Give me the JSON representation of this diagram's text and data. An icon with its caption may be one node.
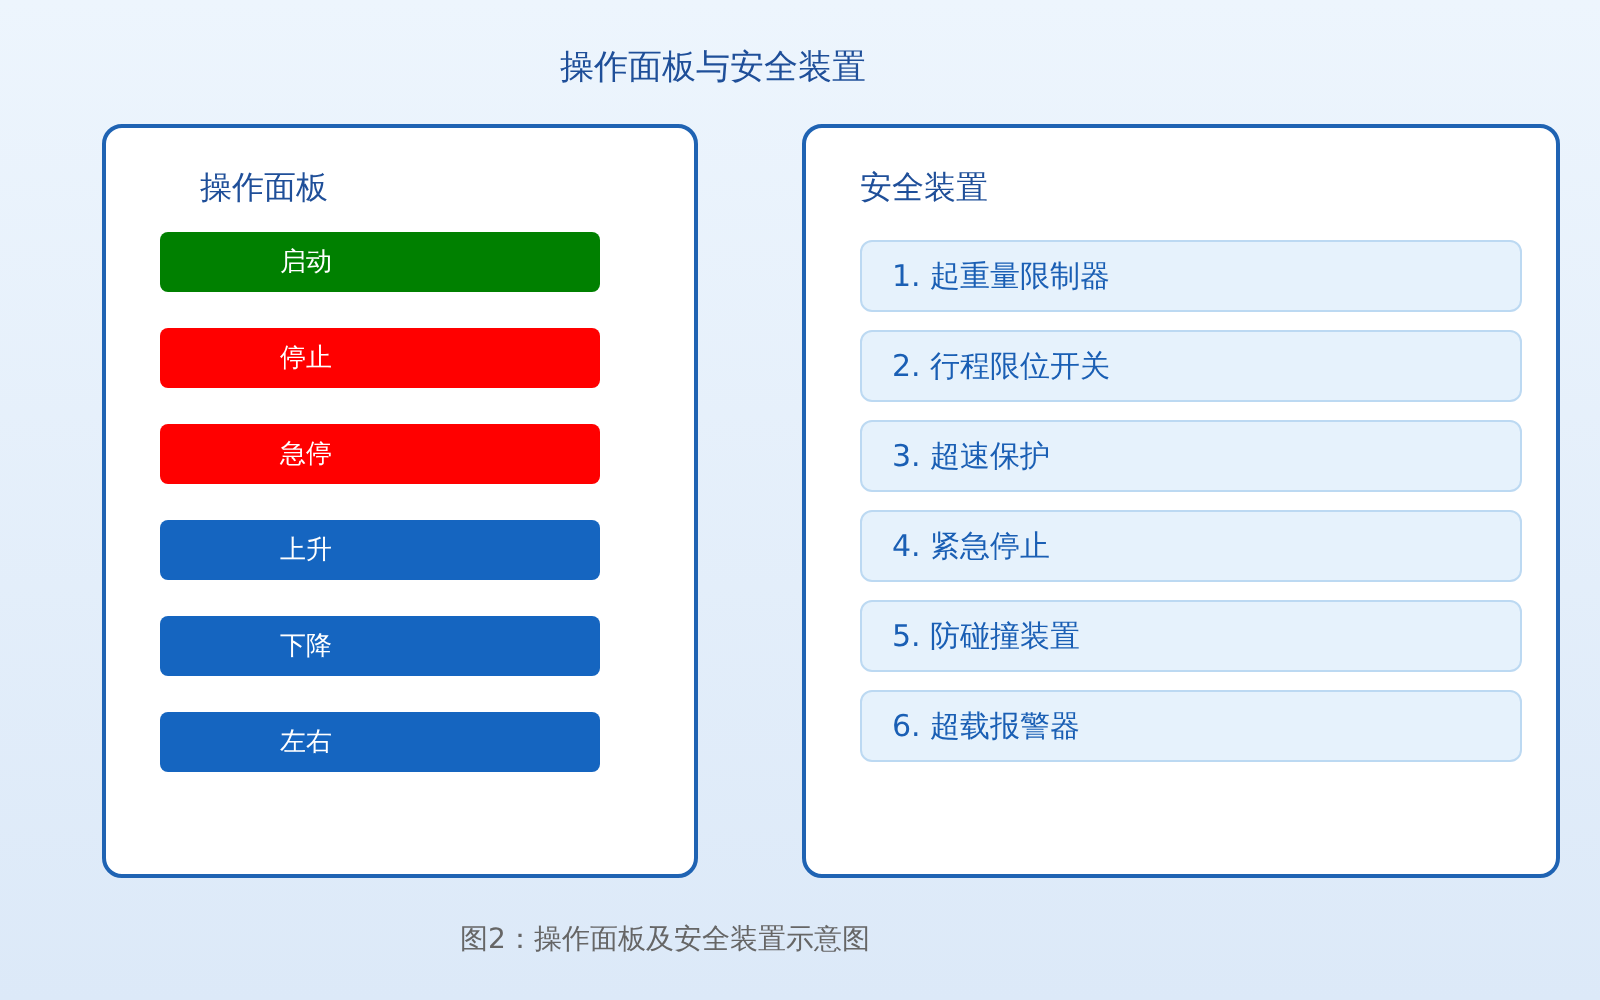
{
  "diagram": {
    "title": "操作面板与安全装置",
    "nodes": [
      {
        "text": [
          "操作面板"
        ]
      },
      {
        "text": [
          "启动"
        ],
        "in": 0
      },
      {
        "text": [
          "停止"
        ],
        "in": 0
      },
      {
        "text": [
          "急停"
        ],
        "in": 0
      },
      {
        "text": [
          "上升"
        ],
        "in": 0
      },
      {
        "text": [
          "下降"
        ],
        "in": 0
      },
      {
        "text": [
          "左右"
        ],
        "in": 0
      },
      {
        "text": [
          "安全装置"
        ]
      },
      {
        "text": [
          "1. 起重量限制器"
        ],
        "in": 7
      },
      {
        "text": [
          "2. 行程限位开关"
        ],
        "in": 7
      },
      {
        "text": [
          "3. 超速保护"
        ],
        "in": 7
      },
      {
        "text": [
          "4. 紧急停止"
        ],
        "in": 7
      },
      {
        "text": [
          "5. 防碰撞装置"
        ],
        "in": 7
      },
      {
        "text": [
          "6. 超载报警器"
        ],
        "in": 7
      }
    ],
    "caption": "图2：操作面板及安全装置示意图"
  }
}
